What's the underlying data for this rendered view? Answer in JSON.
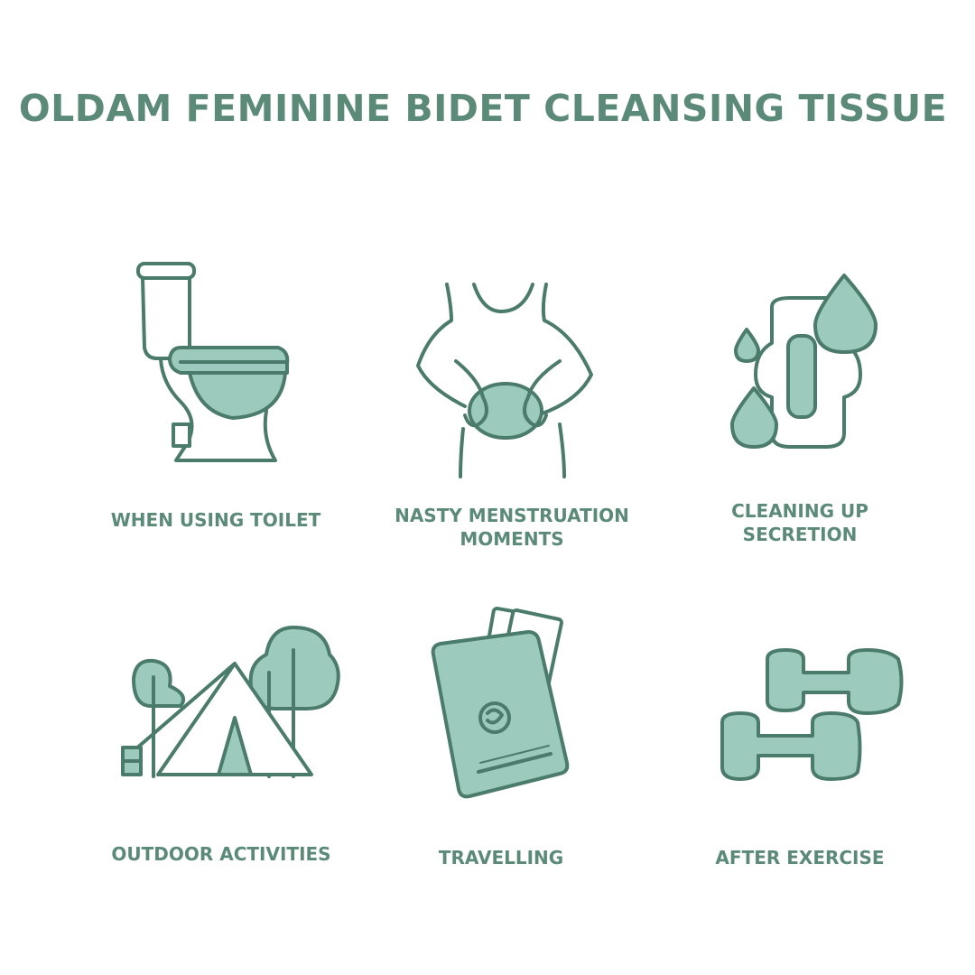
{
  "title": "OLDAM FEMININE BIDET CLEANSING TISSUE",
  "colors": {
    "text": "#5b8a79",
    "stroke": "#4b7c6b",
    "fill": "#9ccbbd"
  },
  "items": [
    {
      "label": "WHEN USING TOILET",
      "icon": "toilet-icon"
    },
    {
      "label": "NASTY MENSTRUATION MOMENTS",
      "icon": "menstruation-icon"
    },
    {
      "label": "CLEANING UP SECRETION",
      "icon": "sanitary-pad-icon"
    },
    {
      "label": "OUTDOOR ACTIVITIES",
      "icon": "tent-icon"
    },
    {
      "label": "TRAVELLING",
      "icon": "passport-icon"
    },
    {
      "label": "AFTER EXERCISE",
      "icon": "dumbbell-icon"
    }
  ]
}
